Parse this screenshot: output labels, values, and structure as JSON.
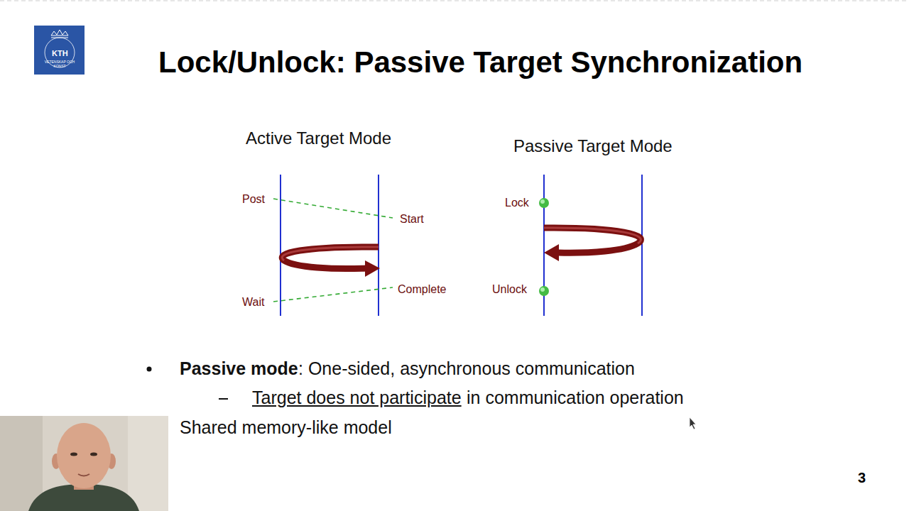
{
  "diagram": {
    "title": "Lock/Unlock: Passive Target Synchronization",
    "labels": [
      "KTH",
      "VETENSKAP OCH KONST",
      "Active Target Mode",
      "Passive Target Mode",
      "Post",
      "Start",
      "Lock",
      "Complete",
      "Wait",
      "Unlock",
      "Passive mode",
      ": One-sided, asynchronous communication",
      "Target does not participate",
      "in communication operation",
      "Shared memory-like model",
      "3"
    ]
  }
}
